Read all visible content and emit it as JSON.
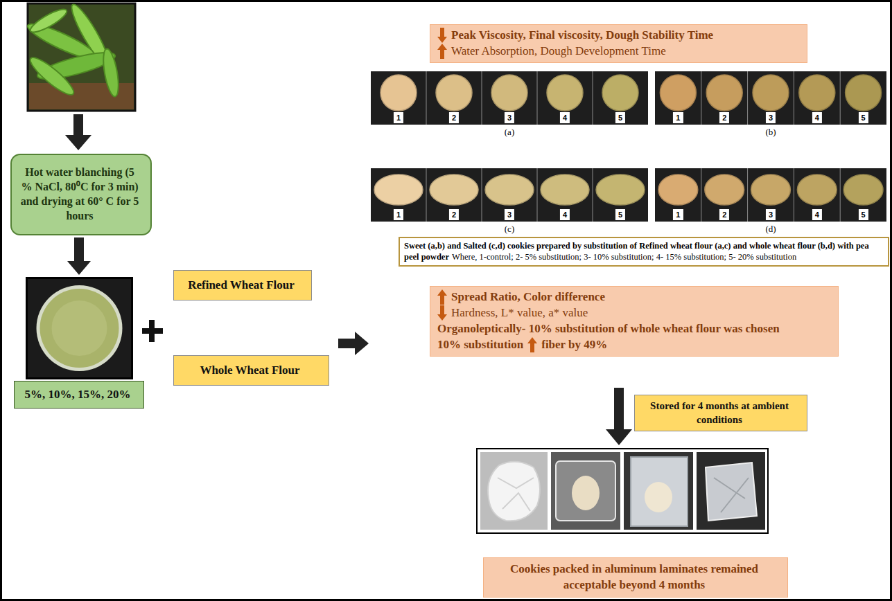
{
  "diagram": {
    "nodes": [
      {
        "text": [
          "Hot water blanching (5 % NaCl, 80⁰C for 3 min) and drying at 60° C for 5 hours"
        ]
      },
      {
        "text": [
          "5%, 10%, 15%, 20%"
        ]
      },
      {
        "text": [
          "Refined Wheat Flour"
        ]
      },
      {
        "text": [
          "Whole Wheat Flour"
        ]
      },
      {
        "text": [
          "Peak Viscosity, Final viscosity, Dough Stability Time",
          "Water Absorption, Dough Development Time"
        ]
      },
      {
        "text": [
          "Sweet (a,b) and Salted (c,d) cookies prepared by substitution of Refined wheat flour (a,c) and whole wheat flour (b,d) with pea peel powder",
          "Where, 1-control; 2- 5% substitution; 3- 10% substitution; 4- 15% substitution; 5- 20% substitution"
        ]
      },
      {
        "text": [
          "Spread Ratio, Color difference",
          "Hardness, L* value, a* value",
          "Organoleptically- 10% substitution of whole wheat flour was chosen",
          "10% substitution",
          "fiber by 49%"
        ]
      },
      {
        "text": [
          "Stored for 4 months at ambient conditions"
        ]
      },
      {
        "text": [
          "Cookies packed in aluminum laminates remained acceptable beyond 4 months"
        ]
      }
    ],
    "edges": [
      {
        "from": 0,
        "to": 1,
        "arrow": "to"
      }
    ],
    "labels": [
      "1",
      "2",
      "3",
      "4",
      "5",
      "1",
      "2",
      "3",
      "4",
      "5",
      "(a)",
      "(b)",
      "1",
      "2",
      "3",
      "4",
      "5",
      "1",
      "2",
      "3",
      "4",
      "5",
      "(c)",
      "(d)"
    ]
  }
}
